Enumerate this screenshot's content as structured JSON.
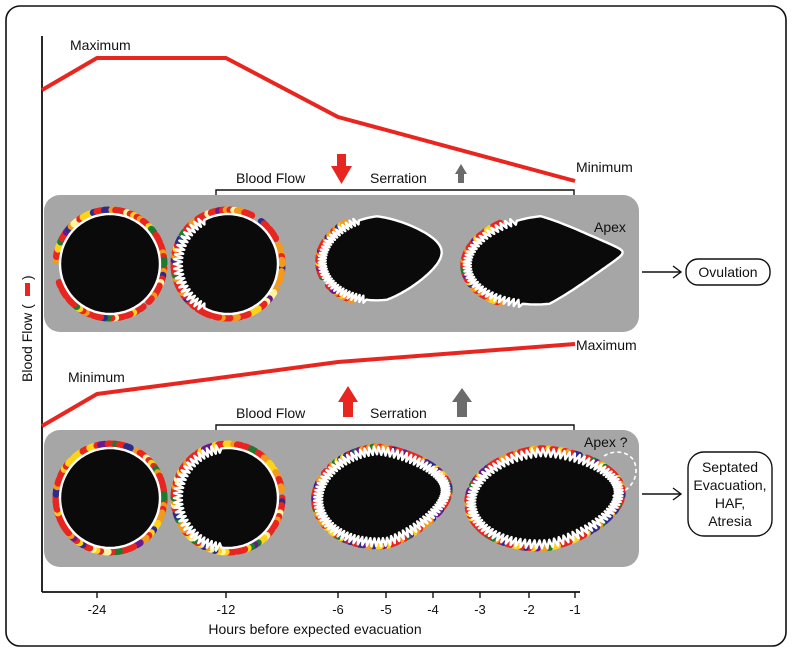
{
  "colors": {
    "flow_line": "#e8251f",
    "panel_bg": "#a6a6a6",
    "follicle_fill": "#0a0a0a",
    "follicle_outline": "#ffffff",
    "serration_arrow": "#6b6b6b",
    "bloodflow_arrow": "#e8251f",
    "doppler_palette": [
      "#e8251f",
      "#f39a1c",
      "#ffd21a",
      "#fff3a0",
      "#2c2c8c",
      "#1d7a2e",
      "#6a1a8a"
    ]
  },
  "axis": {
    "xlabel": "Hours before expected evacuation",
    "ylabel": "Blood Flow (",
    "ylabel_close": ")",
    "ticks": [
      "-24",
      "-12",
      "-6",
      "-5",
      "-4",
      "-3",
      "-2",
      "-1"
    ]
  },
  "upper": {
    "max_label": "Maximum",
    "min_label": "Minimum",
    "bloodflow_label": "Blood Flow",
    "serration_label": "Serration",
    "bloodflow_trend": "down",
    "serration_trend": "up",
    "apex_label": "Apex",
    "outcome": "Ovulation"
  },
  "lower": {
    "max_label": "Maximum",
    "min_label": "Minimum",
    "bloodflow_label": "Blood Flow",
    "serration_label": "Serration",
    "bloodflow_trend": "up",
    "serration_trend": "up",
    "apex_label": "Apex ?",
    "outcome_lines": [
      "Septated",
      "Evacuation,",
      "HAF,",
      "Atresia"
    ]
  }
}
